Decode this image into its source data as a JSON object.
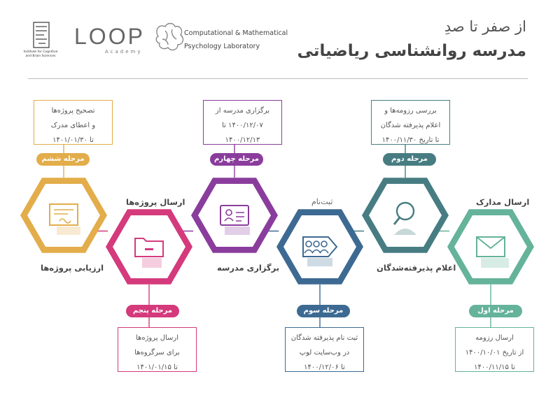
{
  "header": {
    "title_small": "از صفر تا صدِ",
    "title_big": "مدرسه روانشناسی ریاضیاتی",
    "institute_name": "Institute for Cognitive and Brain Sciences",
    "loop_logo": "LOOP",
    "loop_sub": "Academy",
    "lab_line1": "Computational & Mathematical",
    "lab_line2": "Psychology Laboratory"
  },
  "stages": [
    {
      "badge": "مرحله اول",
      "label": "ارسال مدارک",
      "lines": [
        "ارسال رزومه",
        "از تاریخ ۱۴۰۰/۱۰/۰۱",
        "تا ۱۴۰۰/۱۱/۱۵"
      ],
      "color": "#64b39a",
      "icon": "envelope-icon"
    },
    {
      "badge": "مرحله دوم",
      "label": "اعلام پذیرفته‌شدگان",
      "lines": [
        "بررسی رزومه‌ها و",
        "اعلام پذیرفته شدگان",
        "تا تاریخ ۱۴۰۰/۱۱/۳۰"
      ],
      "color": "#477d82",
      "icon": "search-person-icon"
    },
    {
      "badge": "مرحله سوم",
      "label": "ثبت‌نام",
      "lines": [
        "ثبت نام پذیرفته شدگان",
        "در وب‌سایت لوپ",
        "تا ۱۴۰۰/۱۲/۰۶"
      ],
      "color": "#3d6a92",
      "icon": "group-arrow-icon"
    },
    {
      "badge": "مرحله چهارم",
      "label": "برگزاری مدرسه",
      "lines": [
        "برگزاری مدرسه از",
        "۱۴۰۰/۱۲/۰۷ تا",
        "۱۴۰۰/۱۲/۱۳"
      ],
      "color": "#8a3d9c",
      "icon": "id-card-icon"
    },
    {
      "badge": "مرحله پنجم",
      "label": "ارسال پروژه‌ها",
      "lines": [
        "ارسال پروژه‌ها",
        "برای سرگروه‌ها",
        "تا ۱۴۰۱/۰۱/۱۵"
      ],
      "color": "#d43a7c",
      "icon": "folder-icon"
    },
    {
      "badge": "مرحله ششم",
      "label": "ارزیابی پروژه‌ها",
      "lines": [
        "تصحیح پروژه‌ها",
        "و اعطای مدرک",
        "تا ۱۴۰۱/۰۱/۳۰"
      ],
      "color": "#e2ad4a",
      "icon": "certificate-icon"
    }
  ]
}
